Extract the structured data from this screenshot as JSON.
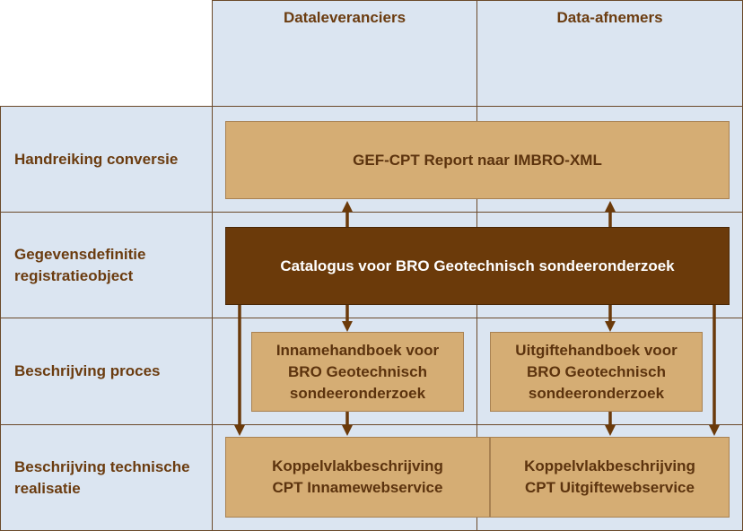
{
  "columns": {
    "suppliers": "Dataleveranciers",
    "consumers": "Data-afnemers"
  },
  "rows": {
    "conversion": "Handreiking conversie",
    "data_definition": "Gegevensdefinitie\nregistratieobject",
    "process": "Beschrijving proces",
    "technical": "Beschrijving technische\nrealisatie"
  },
  "boxes": {
    "gef_report": "GEF-CPT Report naar IMBRO-XML",
    "catalogue": "Catalogus voor BRO Geotechnisch sondeeronderzoek",
    "intake_handbook": "Innamehandboek voor\nBRO Geotechnisch\nsondeeronderzoek",
    "output_handbook": "Uitgiftehandboek voor\nBRO Geotechnisch\nsondeeronderzoek",
    "intake_interface": "Koppelvlakbeschrijving\nCPT Innamewebservice",
    "output_interface": "Koppelvlakbeschrijving\nCPT Uitgiftewebservice"
  },
  "colors": {
    "cell_fill": "#dbe5f1",
    "grid_line": "#6b4a2b",
    "box_tan": "#d5ad74",
    "box_dark": "#6b3a0a",
    "text_brown": "#6b3c10",
    "arrow": "#6b3a0a"
  }
}
